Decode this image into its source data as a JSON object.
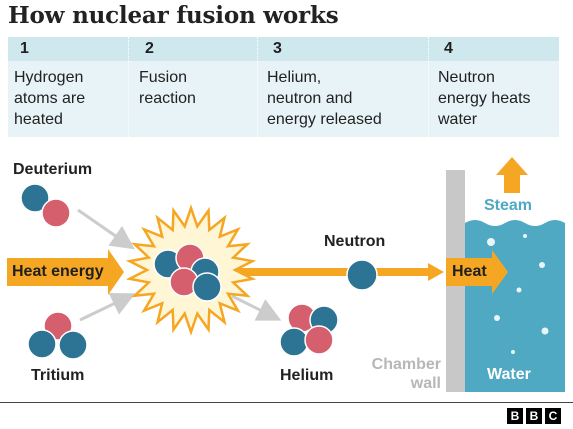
{
  "title": "How nuclear fusion works",
  "steps": [
    {
      "number": "1",
      "text": "Hydrogen\natoms are\nheated"
    },
    {
      "number": "2",
      "text": "Fusion\nreaction"
    },
    {
      "number": "3",
      "text": "Helium,\nneutron and\nenergy released"
    },
    {
      "number": "4",
      "text": "Neutron\nenergy heats\nwater"
    }
  ],
  "labels": {
    "deuterium": "Deuterium",
    "tritium": "Tritium",
    "heat_energy": "Heat energy",
    "neutron": "Neutron",
    "helium": "Helium",
    "chamber_wall": "Chamber\nwall",
    "steam": "Steam",
    "heat": "Heat",
    "water": "Water"
  },
  "logo": [
    "B",
    "B",
    "C"
  ],
  "colors": {
    "neutron": "#2d7394",
    "proton": "#d65f6d",
    "arrow": "#f5a623",
    "water": "#4fa9c2",
    "wall": "#c8c8c8",
    "steps_bg": "#e7f3f6",
    "steps_header": "#cfe8ee"
  }
}
